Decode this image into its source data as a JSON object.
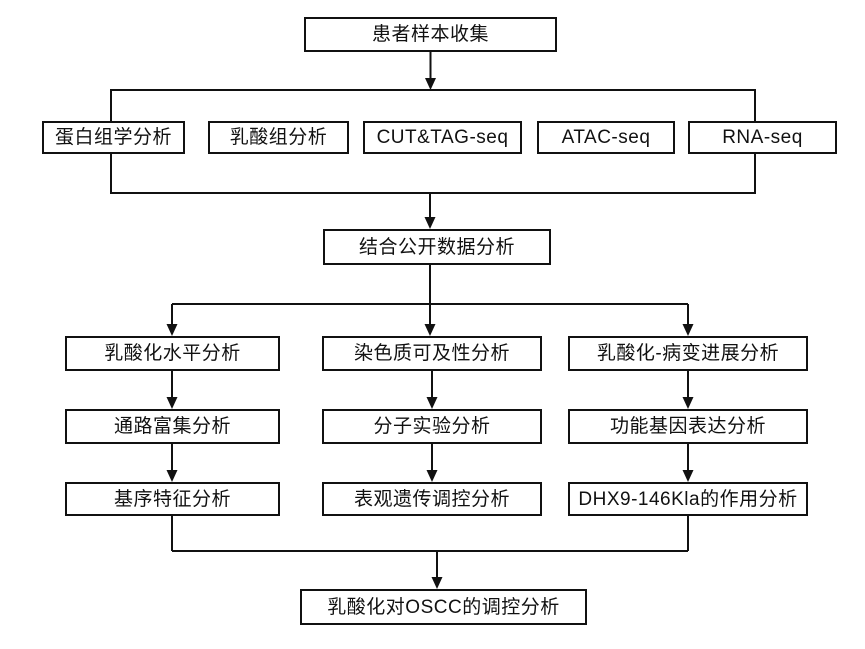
{
  "colors": {
    "line": "#111111",
    "background": "#ffffff",
    "text": "#111111"
  },
  "nodes": {
    "collect": "患者样本收集",
    "omics": [
      "蛋白组学分析",
      "乳酸组分析",
      "CUT&TAG-seq",
      "ATAC-seq",
      "RNA-seq"
    ],
    "merge": "结合公开数据分析",
    "rows": [
      [
        "乳酸化水平分析",
        "染色质可及性分析",
        "乳酸化-病变进展分析"
      ],
      [
        "通路富集分析",
        "分子实验分析",
        "功能基因表达分析"
      ],
      [
        "基序特征分析",
        "表观遗传调控分析",
        "DHX9-146Kla的作用分析"
      ]
    ],
    "final": "乳酸化对OSCC的调控分析"
  }
}
